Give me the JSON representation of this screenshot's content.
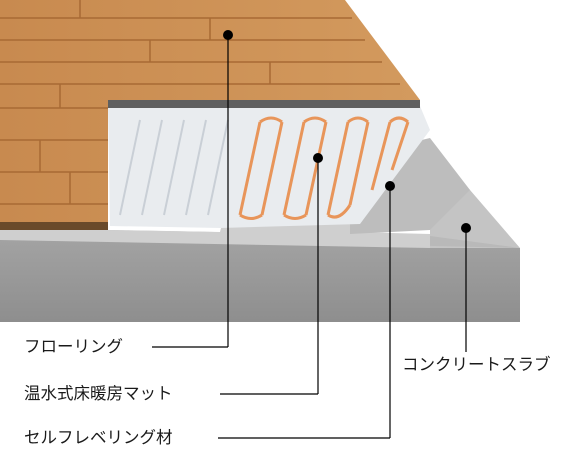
{
  "labels": {
    "flooring": "フローリング",
    "heating_mat": "温水式床暖房マット",
    "self_leveling": "セルフレベリング材",
    "concrete_slab": "コンクリートスラブ"
  },
  "colors": {
    "wood": "#c98a4e",
    "wood_dark": "#a86a34",
    "aluminum": "#e9ecef",
    "pipe": "#e8955a",
    "leveling": "#cfcfcf",
    "slab": "#9a9a9a",
    "leader_line": "#000000"
  },
  "icons": [
    "leader-dot"
  ]
}
